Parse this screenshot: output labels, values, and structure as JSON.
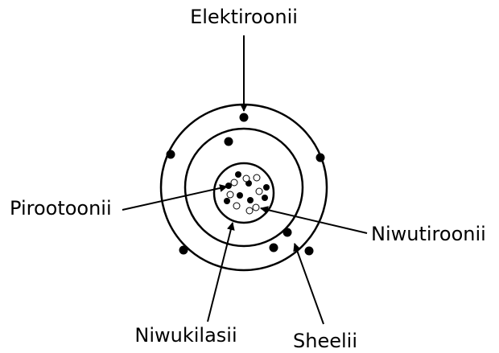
{
  "labels": {
    "electrons": "Elektiroonii",
    "protons": "Pirootoonii",
    "neutrons": "Niwutiroonii",
    "nucleus": "Niwukilasii",
    "shells": "Sheelii"
  },
  "colors": {
    "line": "#000000",
    "background": "#ffffff",
    "proton_fill": "#000000",
    "neutron_fill": "#ffffff"
  },
  "atom": {
    "shell_count": 2,
    "electrons_outer_shell": 6,
    "electrons_inner_shell": 2,
    "nucleus_protons": 8,
    "nucleus_neutrons": 8
  }
}
